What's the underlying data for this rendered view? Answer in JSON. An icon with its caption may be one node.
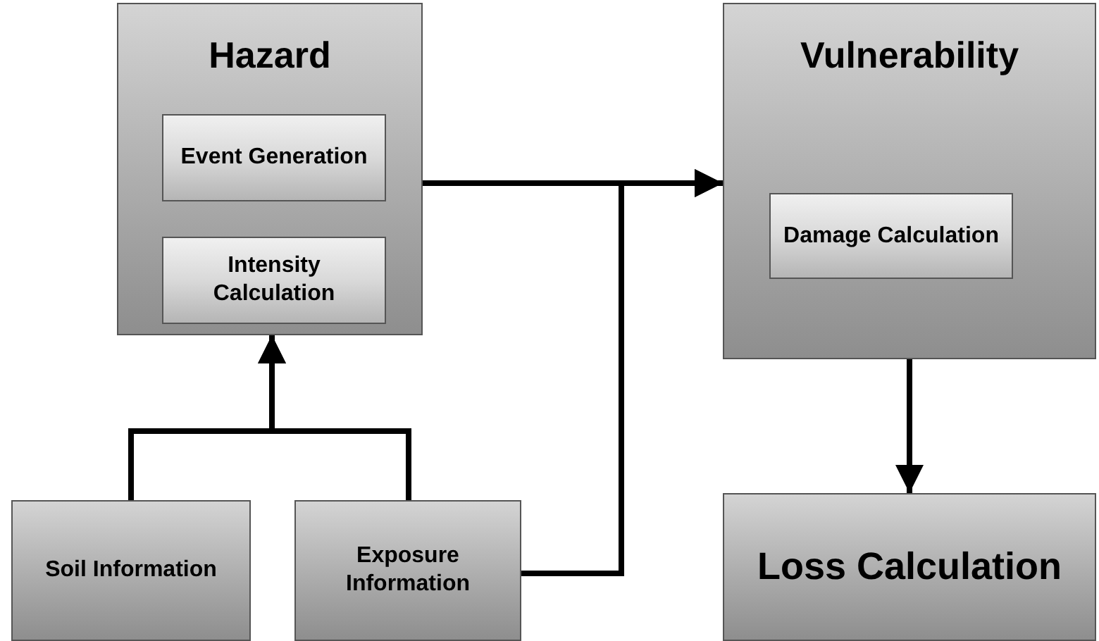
{
  "diagram": {
    "nodes": [
      {
        "text": [
          "Hazard"
        ]
      },
      {
        "text": [
          "Event Generation"
        ],
        "in": 0
      },
      {
        "text": [
          "Intensity Calculation"
        ],
        "in": 0
      },
      {
        "text": [
          "Vulnerability"
        ]
      },
      {
        "text": [
          "Damage Calculation"
        ],
        "in": 3
      },
      {
        "text": [
          "Soil Information"
        ]
      },
      {
        "text": [
          "Exposure Information"
        ]
      },
      {
        "text": [
          "Loss Calculation"
        ]
      }
    ],
    "edges": [
      {
        "from": 0,
        "to": 3,
        "arrow": "to"
      },
      {
        "from": 5,
        "to": 0,
        "arrow": "to"
      },
      {
        "from": 6,
        "to": 0,
        "arrow": "to"
      },
      {
        "from": 6,
        "to": 3,
        "arrow": "to"
      },
      {
        "from": 3,
        "to": 7,
        "arrow": "to"
      }
    ]
  }
}
